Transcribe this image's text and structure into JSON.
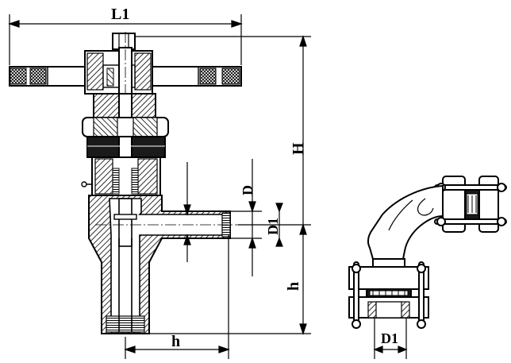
{
  "dimensions": {
    "l1": "L1",
    "h_total": "H",
    "d_outer": "D",
    "d1_main": "D1",
    "h_vertical": "h",
    "h_horizontal": "h",
    "d1_flange": "D1"
  }
}
